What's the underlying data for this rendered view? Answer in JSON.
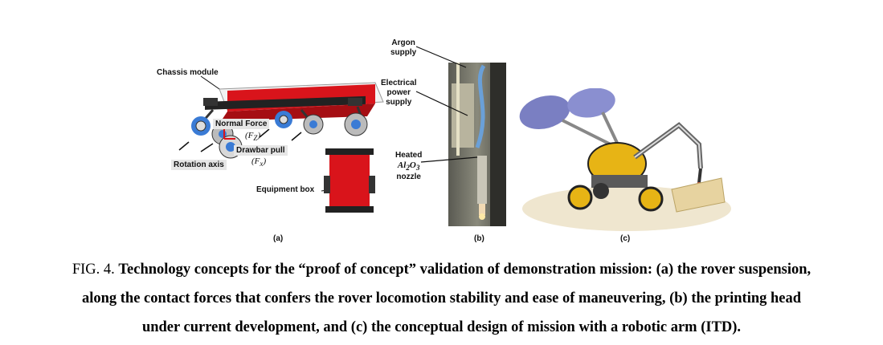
{
  "figure": {
    "panel_a": {
      "labels": {
        "chassis": "Chassis module",
        "normal_force": "Normal Force",
        "fz": "(F",
        "fz_sub": "Z",
        "drawbar": "Drawbar pull",
        "fx": "(F",
        "fx_sub": "x",
        "rotation": "Rotation axis",
        "equipment": "Equipment box"
      },
      "sublabel": "(a)"
    },
    "panel_b": {
      "labels": {
        "argon": "Argon supply",
        "argon_l1": "Argon",
        "argon_l2": "supply",
        "elec_l1": "Electrical",
        "elec_l2": "power",
        "elec_l3": "supply",
        "heated_l1": "Heated",
        "heated_l2": "Al",
        "heated_l2_sub1": "2",
        "heated_l2_mid": "O",
        "heated_l2_sub2": "3",
        "heated_l3": "nozzle"
      },
      "sublabel": "(b)"
    },
    "panel_c": {
      "sublabel": "(c)"
    },
    "colors": {
      "chassis_red": "#d9141b",
      "wheel_blue": "#3a7bd5",
      "rover_yellow": "#e7b415",
      "dish_purple": "#7a7fc2"
    }
  },
  "caption": {
    "prefix": "FIG. 4.",
    "line1": "Technology concepts for the “proof of concept” validation of demonstration mission: (a) the rover suspension,",
    "line2": "along the contact forces that confers the rover locomotion stability and ease of maneuvering, (b) the printing head",
    "line3": "under current development, and (c) the conceptual design of mission with a robotic arm (ITD)."
  }
}
